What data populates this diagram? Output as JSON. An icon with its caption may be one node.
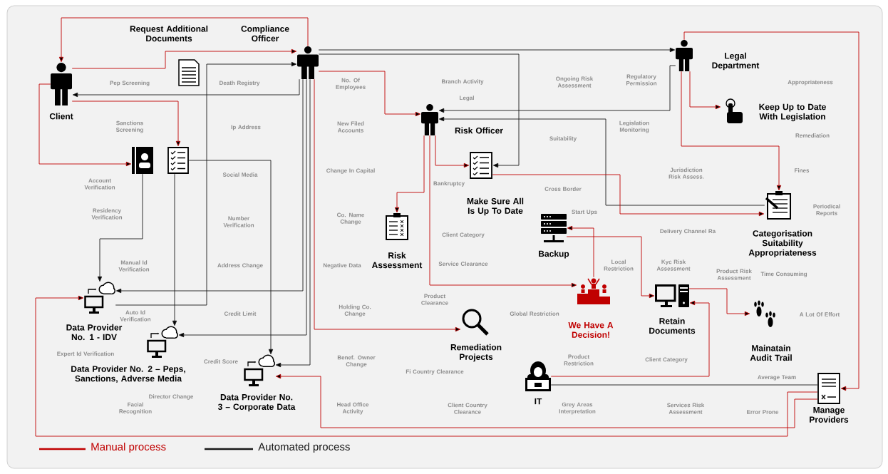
{
  "diagram": {
    "nodes": [
      {
        "text": [
          "Client"
        ]
      },
      {
        "text": [
          "Request Additional Documents"
        ]
      },
      {
        "text": [
          "Compliance Officer"
        ]
      },
      {
        "text": [],
        "shape": "picture"
      },
      {
        "text": [],
        "shape": "picture"
      },
      {
        "text": [
          "Risk Officer"
        ]
      },
      {
        "text": [
          "Make Sure All Is Up To Date"
        ]
      },
      {
        "text": [
          "Risk Assessment"
        ]
      },
      {
        "text": [
          "Legal Department"
        ]
      },
      {
        "text": [
          "Keep Up to Date With Legislation"
        ]
      },
      {
        "text": [
          "Categorisation Suitability Appropriateness"
        ]
      },
      {
        "text": [
          "Backup"
        ]
      },
      {
        "text": [
          "We Have A Decision!"
        ]
      },
      {
        "text": [
          "Retain Documents"
        ]
      },
      {
        "text": [
          "Mainatain Audit Trail"
        ]
      },
      {
        "text": [
          "Remediation Projects"
        ]
      },
      {
        "text": [
          "IT"
        ]
      },
      {
        "text": [
          "Manage Providers"
        ]
      },
      {
        "text": [
          "Data Provider No. 1 - IDV"
        ]
      },
      {
        "text": [
          "Data Provider No. 2 – Peps, Sanctions, Adverse Media"
        ]
      },
      {
        "text": [
          "Data Provider No. 3 – Corporate Data"
        ]
      }
    ],
    "edges": [
      {
        "from": 2,
        "to": 0,
        "arrow": "to"
      },
      {
        "from": 2,
        "to": 0,
        "arrow": "to",
        "color": "#1a1a1a"
      },
      {
        "from": 0,
        "to": 2,
        "arrow": "to"
      },
      {
        "from": 0,
        "to": 4,
        "arrow": "to"
      },
      {
        "from": 0,
        "to": 3,
        "arrow": "to"
      },
      {
        "from": 3,
        "to": 18,
        "arrow": "to",
        "color": "#1a1a1a"
      },
      {
        "from": 4,
        "to": 19,
        "arrow": "to",
        "color": "#1a1a1a"
      },
      {
        "from": 4,
        "to": 20,
        "arrow": "to",
        "color": "#1a1a1a"
      },
      {
        "from": 18,
        "to": 2,
        "arrow": "to",
        "color": "#1a1a1a"
      },
      {
        "from": 2,
        "to": 18,
        "arrow": "to",
        "color": "#1a1a1a"
      },
      {
        "from": 2,
        "to": 19,
        "arrow": "to",
        "color": "#1a1a1a"
      },
      {
        "from": 2,
        "to": 20,
        "arrow": "to",
        "color": "#1a1a1a"
      },
      {
        "from": 2,
        "to": 5,
        "arrow": "to"
      },
      {
        "from": 5,
        "to": 7,
        "arrow": "to"
      },
      {
        "from": 5,
        "to": 6,
        "arrow": "to"
      },
      {
        "from": 5,
        "to": 12,
        "arrow": "to"
      },
      {
        "from": 2,
        "to": 6,
        "arrow": "to",
        "color": "#1a1a1a"
      },
      {
        "from": 2,
        "to": 8,
        "arrow": "to",
        "color": "#1a1a1a"
      },
      {
        "from": 8,
        "to": 5,
        "arrow": "to",
        "color": "#1a1a1a"
      },
      {
        "from": 8,
        "to": 9,
        "arrow": "to"
      },
      {
        "from": 8,
        "to": 10,
        "arrow": "to"
      },
      {
        "from": 8,
        "to": 17,
        "arrow": "to"
      },
      {
        "from": 10,
        "to": 5,
        "arrow": "to",
        "color": "#1a1a1a"
      },
      {
        "from": 6,
        "to": 10,
        "arrow": "to"
      },
      {
        "from": 2,
        "to": 15,
        "arrow": "to"
      },
      {
        "from": 12,
        "to": 11,
        "arrow": "to"
      },
      {
        "from": 11,
        "to": 13,
        "arrow": "to"
      },
      {
        "from": 13,
        "to": 14,
        "arrow": "to"
      },
      {
        "from": 16,
        "to": 13,
        "arrow": "to"
      },
      {
        "from": 16,
        "to": 17,
        "arrow": "none",
        "color": "#1a1a1a"
      },
      {
        "from": 17,
        "to": 20,
        "arrow": "to"
      },
      {
        "from": 17,
        "to": 18,
        "arrow": "to"
      }
    ],
    "labels": [
      "Pep Screening",
      "Death Registry",
      "Sanctions Screening",
      "Ip Address",
      "Account Verification",
      "Social Media",
      "Residency Verification",
      "Number Verification",
      "Manual Id Verification",
      "Address Change",
      "Auto Id Verification",
      "Credit Limit",
      "Expert Id Verification",
      "Credit Score",
      "Facial Recognition",
      "Director Change",
      "No. Of Employees",
      "New Filed Accounts",
      "Change In Capital",
      "Co. Name Change",
      "Negative Data",
      "Holding Co. Change",
      "Benef. Owner Change",
      "Head Office Activity",
      "Branch Activity",
      "Legal",
      "Bankruptcy",
      "Client Category",
      "Service Clearance",
      "Product Clearance",
      "Fi Country Clearance",
      "Client Country Clearance",
      "Ongoing Risk Assessment",
      "Suitability",
      "Cross Border",
      "Start Ups",
      "Local Restriction",
      "Global Restriction",
      "Product Restriction",
      "Grey Areas Interpretation",
      "Regulatory Permission",
      "Legislation Monitoring",
      "Jurisdiction Risk Assess.",
      "Delivery Channel Ra",
      "Kyc Risk Assessment",
      "Product Risk Assessment",
      "Client Category",
      "Services Risk Assessment",
      "Appropriateness",
      "Remediation",
      "Fines",
      "Periodical Reports",
      "Time Consuming",
      "A Lot Of Effort",
      "Average Team",
      "Error Prone"
    ],
    "legend": [
      {
        "text": "Manual process",
        "color": "#c00000"
      },
      {
        "text": "Automated process",
        "color": "#1a1a1a"
      }
    ]
  }
}
